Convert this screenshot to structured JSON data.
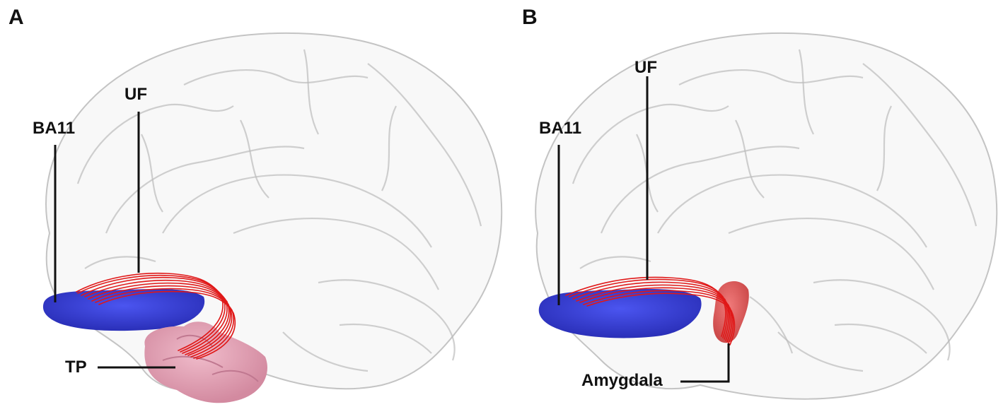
{
  "panels": [
    {
      "letter": "A",
      "labels": {
        "ba11": "BA11",
        "uf": "UF",
        "target": "TP"
      }
    },
    {
      "letter": "B",
      "labels": {
        "ba11": "BA11",
        "uf": "UF",
        "target": "Amygdala"
      }
    }
  ],
  "colors": {
    "ba11_region": "#3a3fd6",
    "uncinate_fasciculus": "#e01818",
    "temporal_pole": "#e3a2b4",
    "amygdala": "#e35a5a",
    "brain_outline": "#c9c9c9",
    "leader_line": "#111111"
  }
}
